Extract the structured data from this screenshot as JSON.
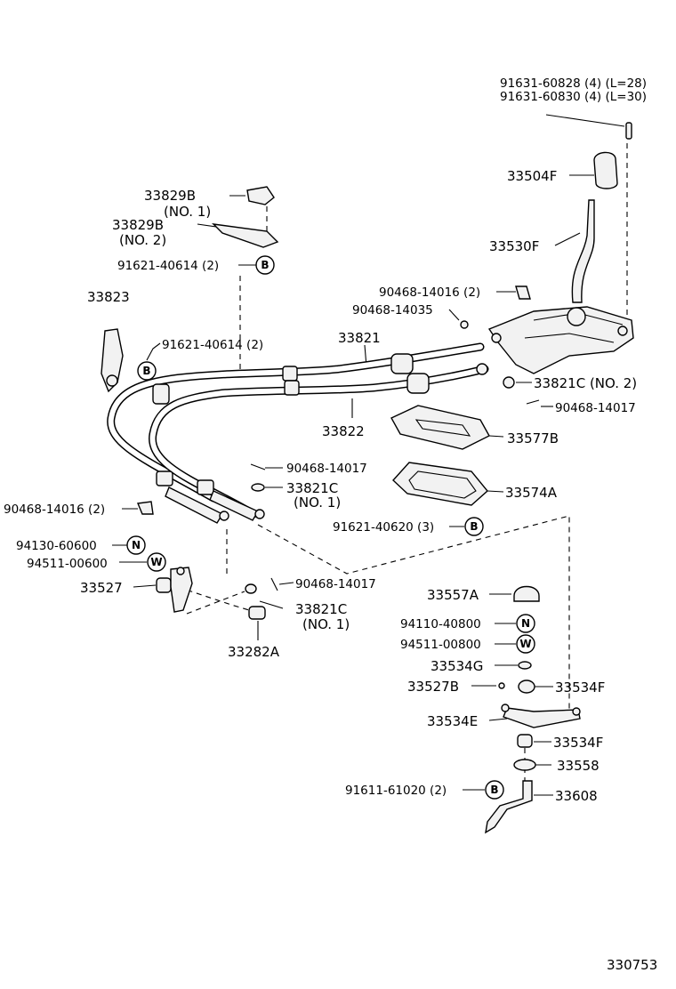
{
  "labels": {
    "bolt_spec_1": "91631-60828 (4) (L=28)",
    "bolt_spec_2": "91631-60830 (4) (L=30)",
    "knob": "33504F",
    "lever": "33530F",
    "bracket_no1": "33829B",
    "bracket_no1_sub": "(NO. 1)",
    "bracket_no2": "33829B",
    "bracket_no2_sub": "(NO. 2)",
    "bolt_b_top": "91621-40614 (2)",
    "bracket_33823": "33823",
    "bolt_b_left": "91621-40614 (2)",
    "clip_top_a": "90468-14016 (2)",
    "clip_top_b": "90468-14035",
    "cable_upper": "33821",
    "cable_lower": "33822",
    "washer_no2": "33821C (NO. 2)",
    "clip_right": "90468-14017",
    "plate_upper": "33577B",
    "clip_mid": "90468-14017",
    "washer_mid": "33821C",
    "washer_mid_sub": "(NO. 1)",
    "plate_lower": "33574A",
    "clip_left": "90468-14016 (2)",
    "bolt_b_mid": "91621-40620 (3)",
    "nut_left": "94130-60600",
    "washer_left": "94511-00600",
    "lever_33527": "33527",
    "clip_lower": "90468-14017",
    "washer_low": "33821C",
    "washer_low_sub": "(NO. 1)",
    "pin_33282a": "33282A",
    "cap": "33557A",
    "nut_right": "94110-40800",
    "washer_right": "94511-00800",
    "washer_33534g": "33534G",
    "pin_33527b": "33527B",
    "bush_upper": "33534F",
    "lever_33534e": "33534E",
    "bush_lower": "33534F",
    "ring_33558": "33558",
    "bolt_b_bottom": "91611-61020 (2)",
    "arm_33608": "33608",
    "figure_number": "330753"
  },
  "badges": {
    "b": "B",
    "n": "N",
    "w": "W"
  }
}
